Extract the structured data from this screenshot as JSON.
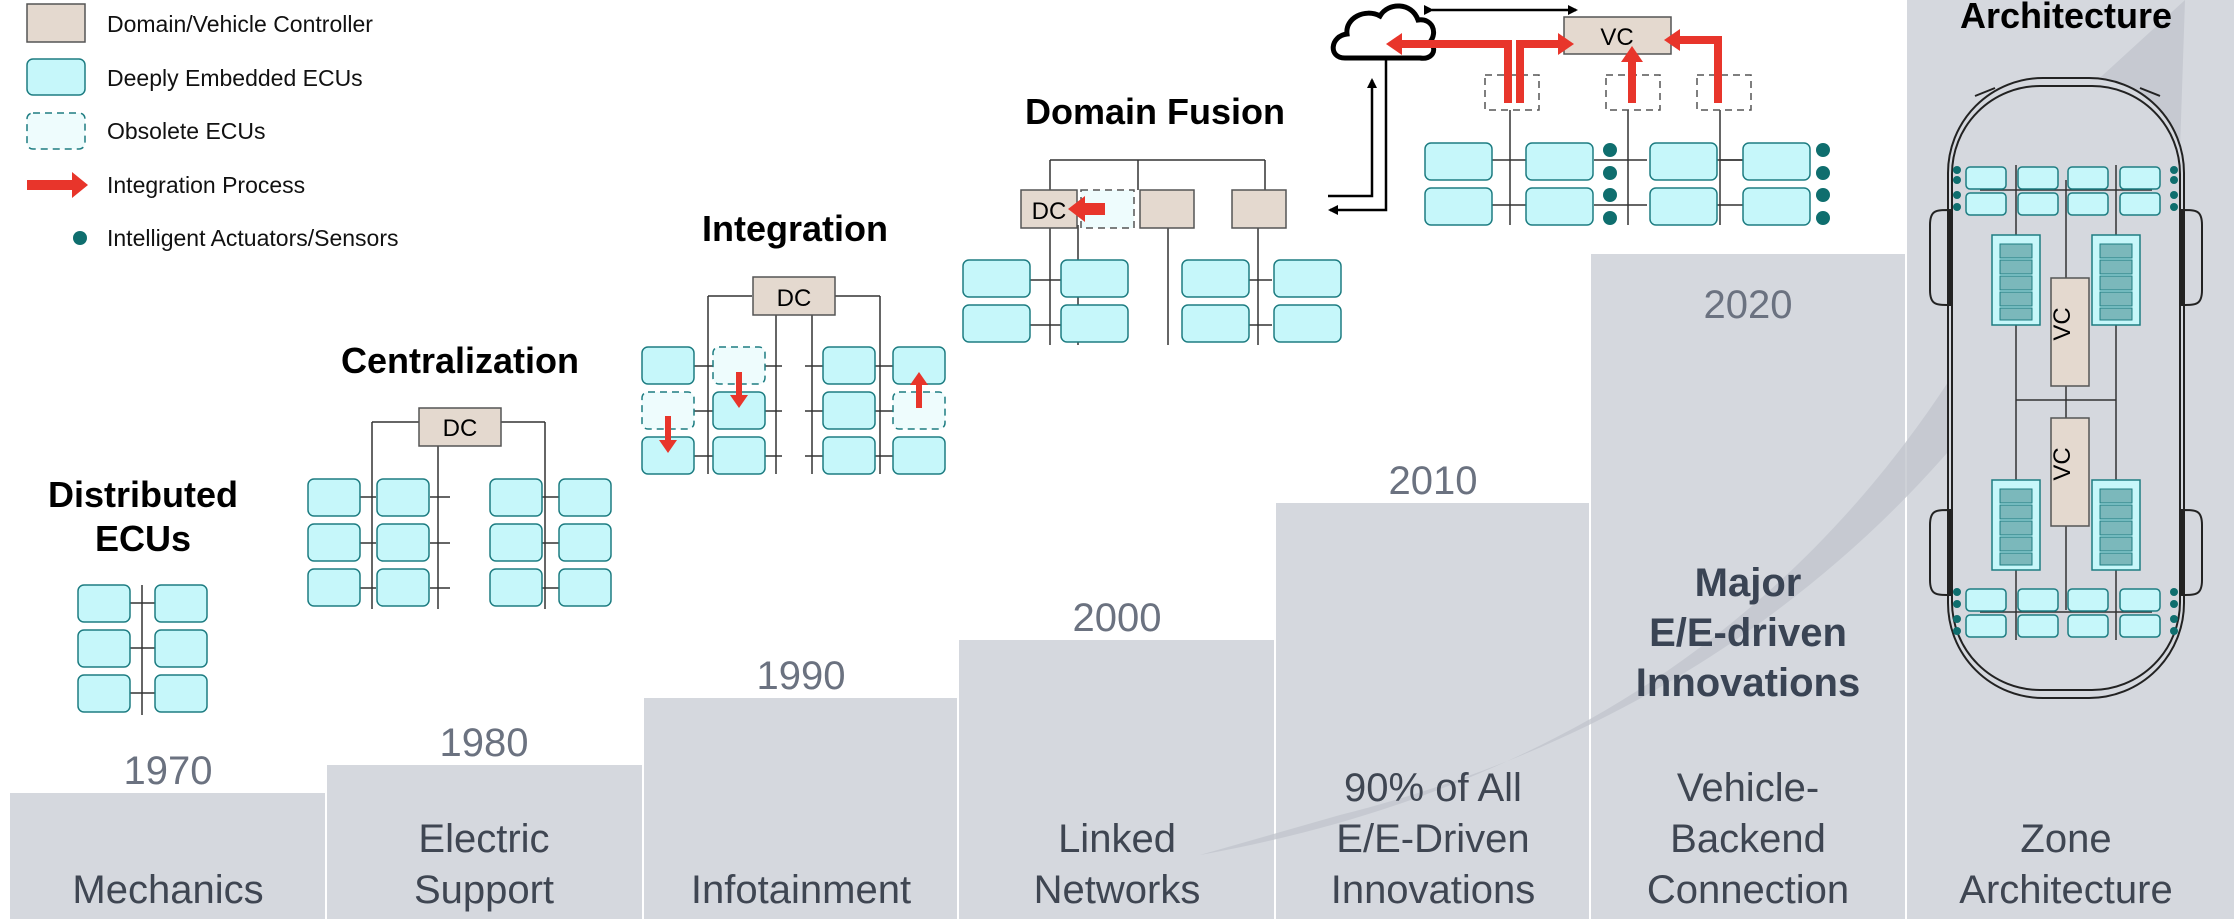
{
  "legend": {
    "controller": "Domain/Vehicle Controller",
    "ecu": "Deeply Embedded ECUs",
    "obsolete": "Obsolete ECUs",
    "integration": "Integration Process",
    "actuators": "Intelligent Actuators/Sensors"
  },
  "titles": {
    "distributed_1": "Distributed",
    "distributed_2": "ECUs",
    "centralization": "Centralization",
    "integration": "Integration",
    "domain_fusion": "Domain Fusion",
    "zone_top": "Architecture"
  },
  "steps": [
    {
      "year": "1970",
      "label": [
        "Mechanics"
      ]
    },
    {
      "year": "1980",
      "label": [
        "Electric",
        "Support"
      ]
    },
    {
      "year": "1990",
      "label": [
        "Infotainment"
      ]
    },
    {
      "year": "2000",
      "label": [
        "Linked",
        "Networks"
      ]
    },
    {
      "year": "2010",
      "label": [
        "90% of All",
        "E/E-Driven",
        "Innovations"
      ]
    },
    {
      "year": "2020",
      "label": [
        "Vehicle-",
        "Backend",
        "Connection"
      ]
    },
    {
      "year": "",
      "label": [
        "Zone",
        "Architecture"
      ]
    }
  ],
  "major": [
    "Major",
    "E/E-driven",
    "Innovations"
  ],
  "box_labels": {
    "dc": "DC",
    "vc": "VC"
  },
  "colors": {
    "ecu_fill": "#c6f7fa",
    "ecu_stroke": "#1e7d82",
    "controller_fill": "#e4d9cf",
    "arrow": "#e8352b",
    "step": "#d5d8de",
    "big_arrow": "#c2c6cd",
    "actuator": "#0f6e6e"
  },
  "icons": {
    "cloud": "cloud-icon",
    "car": "vehicle-outline-icon"
  }
}
